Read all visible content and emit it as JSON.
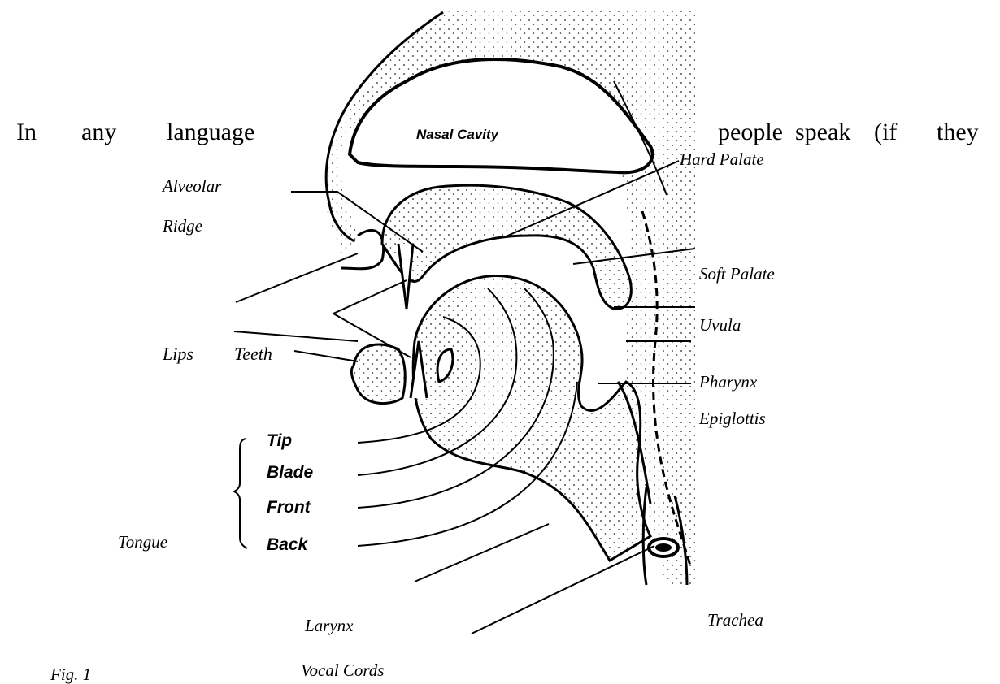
{
  "paragraph": {
    "word_in": "In",
    "word_any": "any",
    "word_language": "language",
    "word_people": "people",
    "word_speak": "speak",
    "word_if": "(if",
    "word_they": "they"
  },
  "diagram": {
    "nasal_cavity": "Nasal Cavity",
    "alveolar": "Alveolar",
    "ridge": "Ridge",
    "hard_palate": "Hard Palate",
    "soft_palate": "Soft Palate",
    "uvula": "Uvula",
    "lips": "Lips",
    "teeth": "Teeth",
    "pharynx": "Pharynx",
    "epiglottis": "Epiglottis",
    "tip": "Tip",
    "blade": "Blade",
    "front": "Front",
    "back": "Back",
    "tongue": "Tongue",
    "larynx": "Larynx",
    "trachea": "Trachea",
    "vocal_cords": "Vocal Cords",
    "figure_caption": "Fig. 1"
  }
}
